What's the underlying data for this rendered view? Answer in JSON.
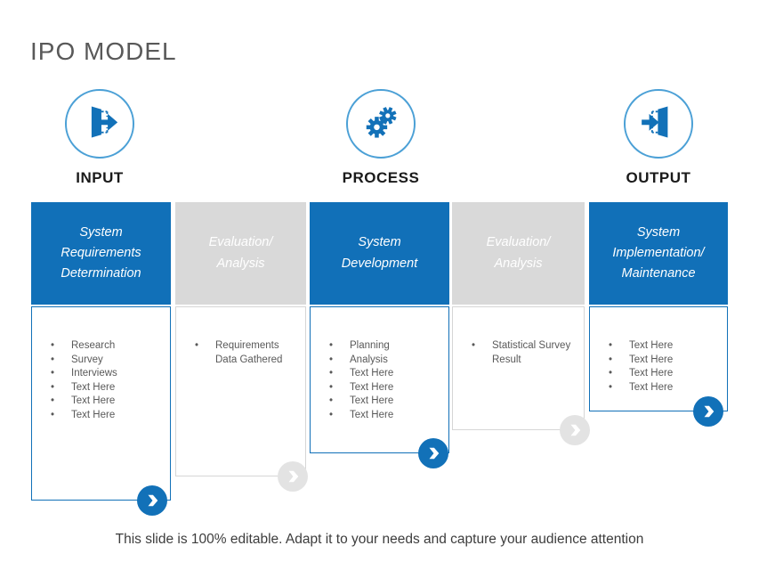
{
  "slide": {
    "title": "IPO MODEL",
    "footer": "This slide is 100% editable. Adapt it to your needs and capture your audience attention"
  },
  "stages": [
    {
      "label": "INPUT",
      "icon": "door-exit-arrow-icon"
    },
    {
      "label": "PROCESS",
      "icon": "gears-icon"
    },
    {
      "label": "OUTPUT",
      "icon": "door-enter-arrow-icon"
    }
  ],
  "columns": [
    {
      "title": "System Requirements Determination",
      "variant": "blue",
      "items": [
        "Research",
        "Survey",
        "Interviews",
        "Text Here",
        "Text Here",
        "Text Here"
      ],
      "arrow_icon": "chevron-right-icon"
    },
    {
      "title": "Evaluation/ Analysis",
      "variant": "gray",
      "items": [
        "Requirements Data Gathered"
      ],
      "arrow_icon": "chevron-right-icon"
    },
    {
      "title": "System Development",
      "variant": "blue",
      "items": [
        "Planning",
        "Analysis",
        "Text Here",
        "Text Here",
        "Text Here",
        "Text Here"
      ],
      "arrow_icon": "chevron-right-icon"
    },
    {
      "title": "Evaluation/ Analysis",
      "variant": "gray",
      "items": [
        "Statistical Survey Result"
      ],
      "arrow_icon": "chevron-right-icon"
    },
    {
      "title": "System Implementation/ Maintenance",
      "variant": "blue",
      "items": [
        "Text Here",
        "Text Here",
        "Text Here",
        "Text Here"
      ],
      "arrow_icon": "chevron-right-icon"
    }
  ],
  "colors": {
    "accent_blue": "#1170B8",
    "header_gray": "#D9D9D9",
    "circle_outline_blue": "#4BA0D6",
    "body_text_gray": "#595959",
    "arrow_circle_gray": "#E3E3E3"
  },
  "bullet_glyph": "•"
}
